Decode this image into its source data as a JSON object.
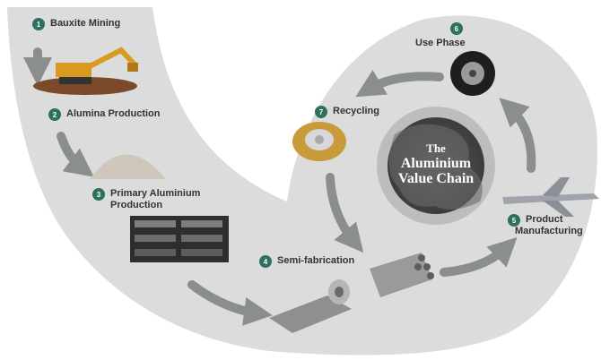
{
  "center": {
    "line1": "The",
    "line2": "Aluminium",
    "line3": "Value Chain"
  },
  "steps": [
    {
      "num": "1",
      "label": "Bauxite Mining"
    },
    {
      "num": "2",
      "label": "Alumina Production"
    },
    {
      "num": "3",
      "label": "Primary Aluminium",
      "label2": "Production"
    },
    {
      "num": "4",
      "label": "Semi-fabrication"
    },
    {
      "num": "5",
      "label": "Product",
      "label2": "Manufacturing"
    },
    {
      "num": "6",
      "label": "Use Phase"
    },
    {
      "num": "7",
      "label": "Recycling"
    }
  ],
  "colors": {
    "band": "#dcdcdc",
    "badge": "#2f6f5f",
    "arrow": "#8a8f8c",
    "hub": "#4a4a4a"
  },
  "icons": [
    "excavator-icon",
    "powder-pile-icon",
    "ingot-stack-icon",
    "sheet-roll-icon",
    "tube-bundle-icon",
    "airplane-icon",
    "tire-icon",
    "crushed-can-icon"
  ]
}
